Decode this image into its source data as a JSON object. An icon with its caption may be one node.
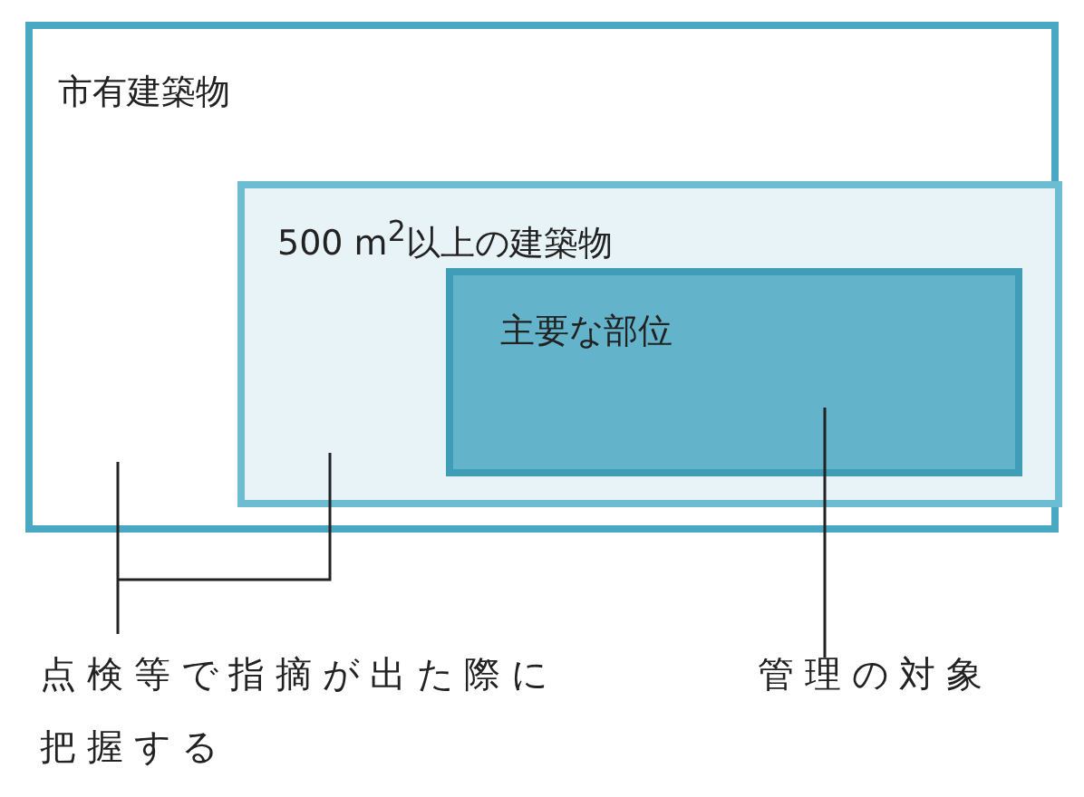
{
  "diagram": {
    "nodes": [
      {
        "text": [
          "市有建築物"
        ]
      },
      {
        "text": [
          "500 m$^{2}$以上の建築物"
        ],
        "in": 0
      },
      {
        "text": [
          "主要な部位"
        ],
        "in": 1
      },
      {
        "text": [
          "点検等で指摘が出た際に把握する"
        ]
      },
      {
        "text": [
          "管理の対象"
        ]
      }
    ],
    "edges": [
      {
        "from": 3,
        "to": 0,
        "arrow": "none"
      },
      {
        "from": 3,
        "to": 1,
        "arrow": "none"
      },
      {
        "from": 4,
        "to": 2,
        "arrow": "none"
      }
    ]
  }
}
